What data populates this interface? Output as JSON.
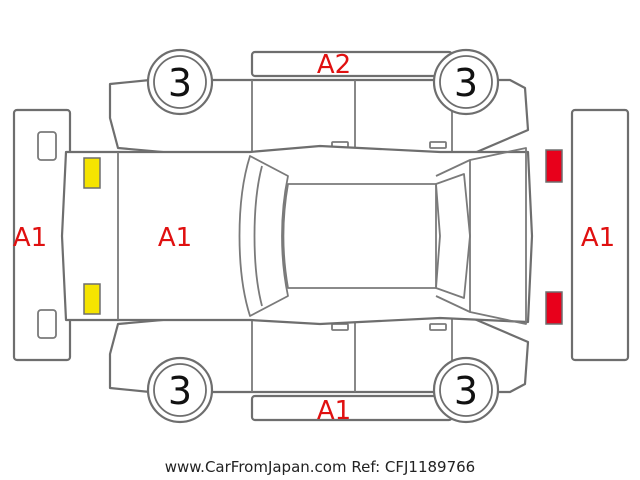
{
  "diagram": {
    "wheels": {
      "front_left": "3",
      "front_right": "3",
      "rear_left": "3",
      "rear_right": "3"
    },
    "grades": {
      "roof_top": "A2",
      "bottom_side": "A1",
      "front_bumper": "A1",
      "hood": "A1",
      "rear_bumper": "A1"
    },
    "markers": {
      "front_color": "#f5e400",
      "rear_color": "#e8001b"
    },
    "footer_text": "www.CarFromJapan.com Ref: CFJ1189766"
  }
}
